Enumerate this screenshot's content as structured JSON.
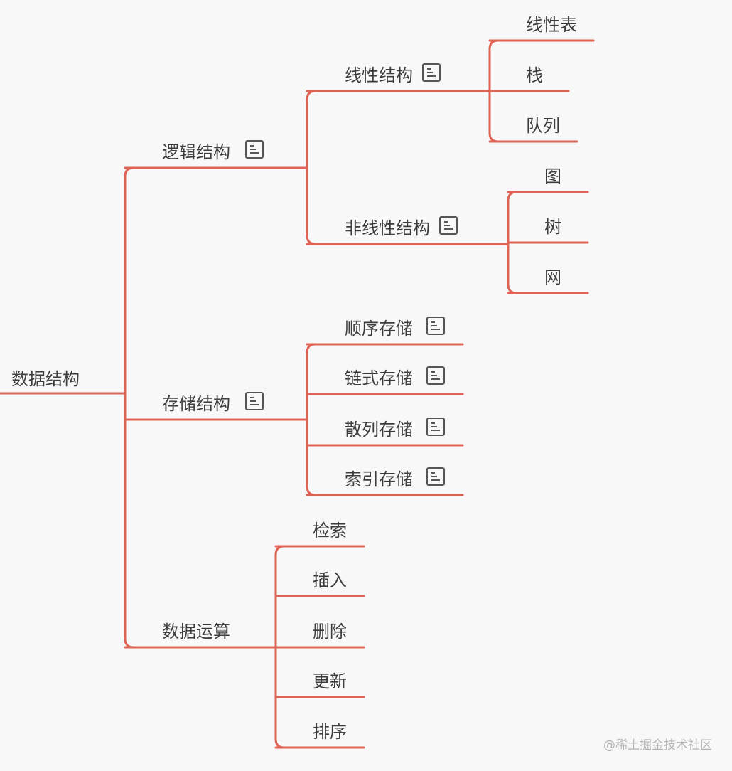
{
  "theme": {
    "line_color": "#e06456",
    "text_color": "#3c3c3c",
    "icon_color": "#555555",
    "background": "#f9f8f8"
  },
  "mindmap": {
    "root": {
      "label": "数据结构"
    },
    "branches": [
      {
        "label": "逻辑结构",
        "has_note": true,
        "children": [
          {
            "label": "线性结构",
            "has_note": true,
            "children": [
              {
                "label": "线性表"
              },
              {
                "label": "栈"
              },
              {
                "label": "队列"
              }
            ]
          },
          {
            "label": "非线性结构",
            "has_note": true,
            "children": [
              {
                "label": "图"
              },
              {
                "label": "树"
              },
              {
                "label": "网"
              }
            ]
          }
        ]
      },
      {
        "label": "存储结构",
        "has_note": true,
        "children": [
          {
            "label": "顺序存储",
            "has_note": true
          },
          {
            "label": "链式存储",
            "has_note": true
          },
          {
            "label": "散列存储",
            "has_note": true
          },
          {
            "label": "索引存储",
            "has_note": true
          }
        ]
      },
      {
        "label": "数据运算",
        "has_note": false,
        "children": [
          {
            "label": "检索"
          },
          {
            "label": "插入"
          },
          {
            "label": "删除"
          },
          {
            "label": "更新"
          },
          {
            "label": "排序"
          }
        ]
      }
    ]
  },
  "watermark": "@稀土掘金技术社区"
}
